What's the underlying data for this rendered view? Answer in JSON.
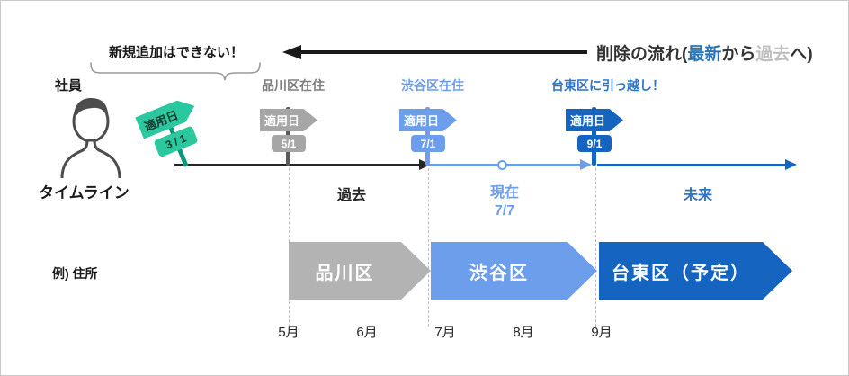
{
  "colors": {
    "green": "#2BC79E",
    "green_pole": "#0E9678",
    "green_text": "#123D31",
    "gray_flag": "#A6A6A6",
    "gray_pole": "#595959",
    "light_blue": "#6D9EEB",
    "dark_blue": "#1565C0",
    "timeline_black": "#262626",
    "arrow_black": "#1A1A1A",
    "label_gray": "#7F7F7F",
    "label_light_blue": "#6D9EEB",
    "label_dark_blue": "#2E74C9",
    "latest_blue": "#2E74B5",
    "past_gray": "#BFBFBF",
    "arrow_gray": "#B3B3B3",
    "icon_gray": "#4D4D4D"
  },
  "callout": {
    "text": "新規追加はできない！"
  },
  "actor": {
    "label": "社員"
  },
  "deletion_flow": {
    "part1": "削除の流れ(",
    "latest": "最新",
    "part2": "から",
    "past": "過去",
    "part3": "へ)"
  },
  "status_labels": [
    {
      "text": "品川区在住"
    },
    {
      "text": "渋谷区在住"
    },
    {
      "text": "台東区に引っ越し！"
    }
  ],
  "flags": [
    {
      "label": "適用日",
      "date": "3 / 1"
    },
    {
      "label": "適用日",
      "date": "5/1"
    },
    {
      "label": "適用日",
      "date": "7/1"
    },
    {
      "label": "適用日",
      "date": "9/1"
    }
  ],
  "timeline": {
    "label": "タイムライン",
    "zones": [
      {
        "name": "過去",
        "date": ""
      },
      {
        "name": "現在",
        "date": "7/7"
      },
      {
        "name": "未来",
        "date": ""
      }
    ]
  },
  "example": {
    "label": "例) 住所"
  },
  "address_periods": [
    {
      "text": "品川区"
    },
    {
      "text": "渋谷区"
    },
    {
      "text": "台東区（予定）"
    }
  ],
  "months": [
    "5月",
    "6月",
    "7月",
    "8月",
    "9月"
  ]
}
